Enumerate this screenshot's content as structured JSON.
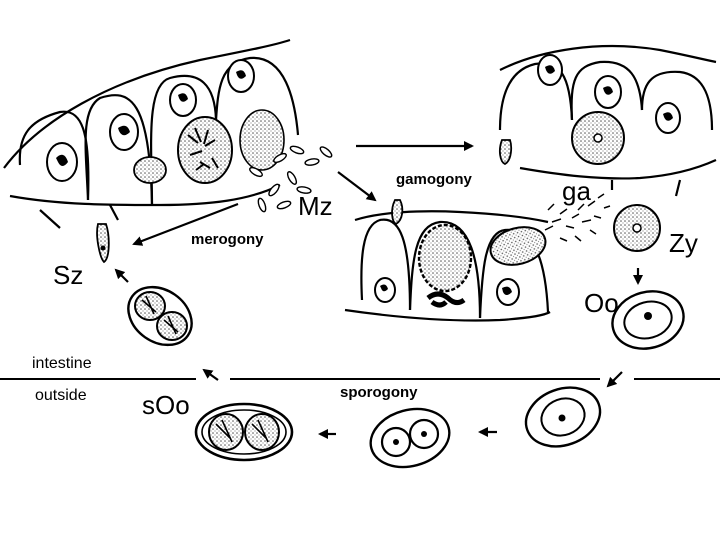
{
  "labels": {
    "mz": "Mz",
    "sz": "Sz",
    "ga": "ga",
    "zy": "Zy",
    "oo": "Oo",
    "soo": "sOo",
    "merogony": "merogony",
    "gamogony": "gamogony",
    "sporogony": "sporogony",
    "intestine": "intestine",
    "outside": "outside"
  },
  "colors": {
    "ink": "#000000",
    "background": "#ffffff",
    "stipple": "#bdbdbd"
  }
}
